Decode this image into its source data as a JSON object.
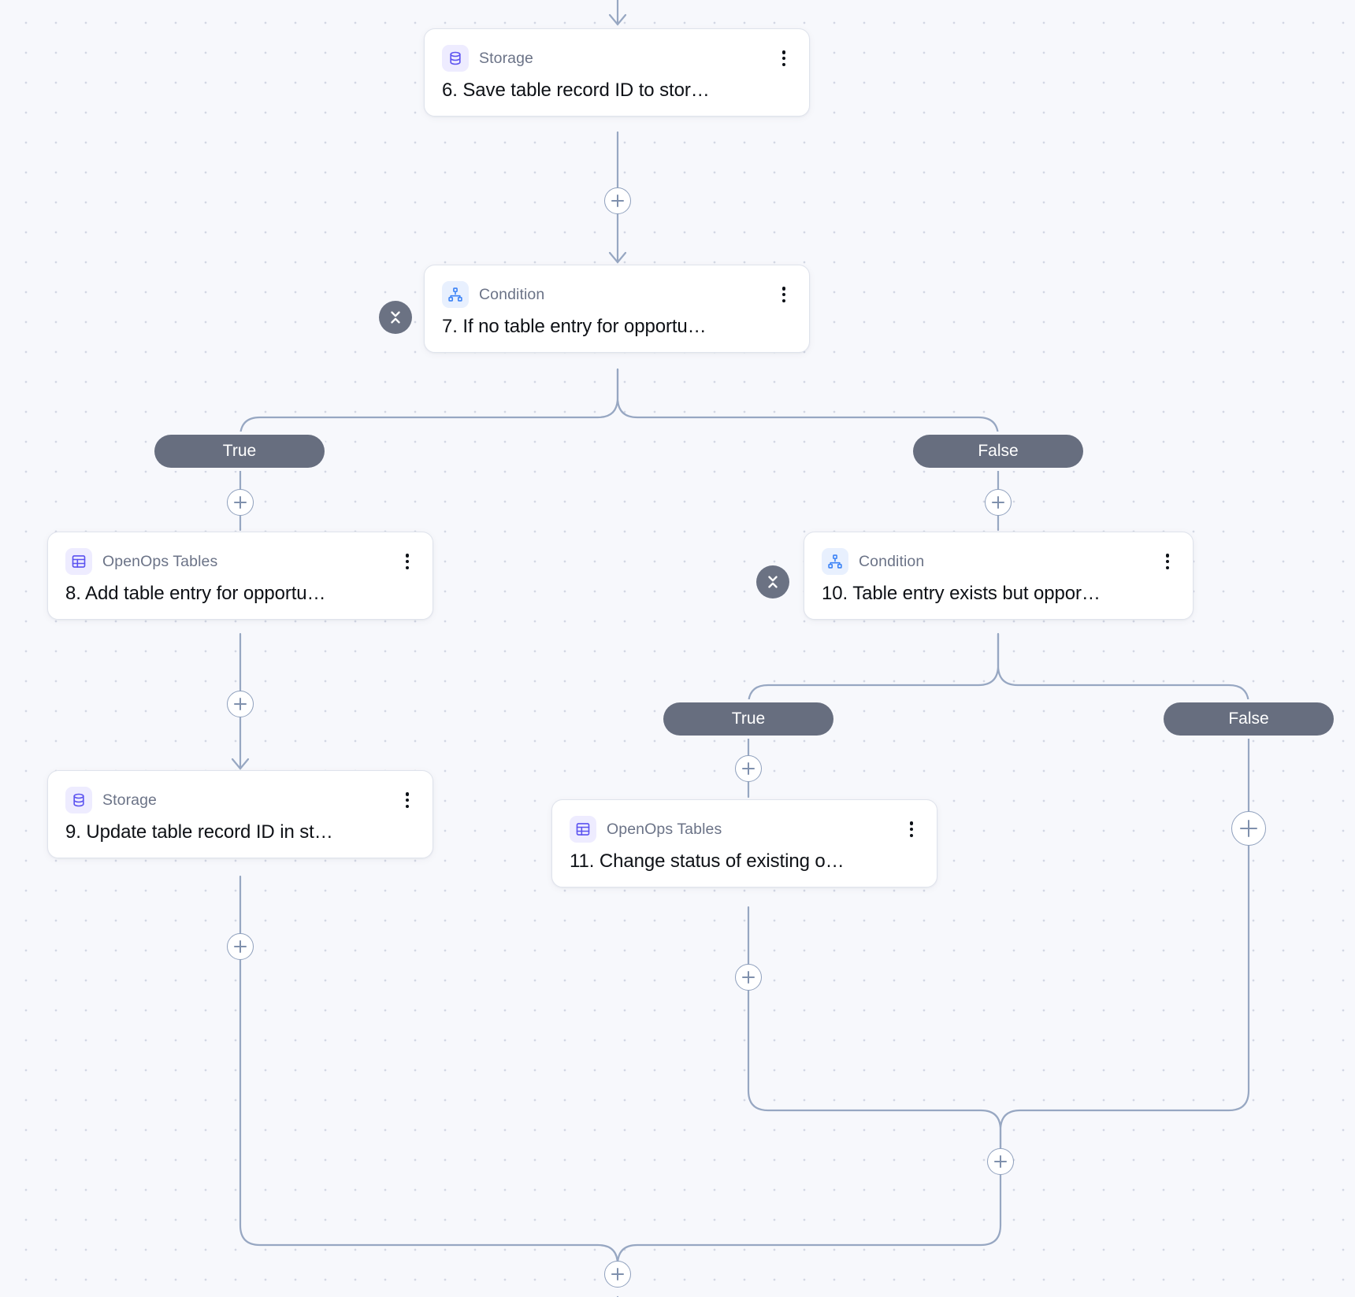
{
  "canvas": {
    "background_color": "#f7f8fc",
    "dot_color": "#d3d7e4",
    "edge_color": "#97a7c2"
  },
  "theme": {
    "accent_indigo": "#5b52f0",
    "accent_blue": "#3b82f6",
    "pill_gray": "#676e7f",
    "collapse_gray": "#6b7283",
    "card_bg": "#ffffff",
    "card_border": "#dfe3ec",
    "type_text": "#6b7387",
    "title_text": "#0e1116"
  },
  "nodes": [
    {
      "id": "step-6",
      "type_label": "Storage",
      "title": "6. Save table record ID to stor…",
      "icon": "database-icon",
      "icon_variant": "storage"
    },
    {
      "id": "step-7",
      "type_label": "Condition",
      "title": "7. If no table entry for opportu…",
      "icon": "sitemap-icon",
      "icon_variant": "condition"
    },
    {
      "id": "step-8",
      "type_label": "OpenOps Tables",
      "title": "8. Add table entry for opportu…",
      "icon": "table-grid-icon",
      "icon_variant": "tables"
    },
    {
      "id": "step-9",
      "type_label": "Storage",
      "title": "9. Update table record ID in st…",
      "icon": "database-icon",
      "icon_variant": "storage"
    },
    {
      "id": "step-10",
      "type_label": "Condition",
      "title": "10. Table entry exists but oppor…",
      "icon": "sitemap-icon",
      "icon_variant": "condition"
    },
    {
      "id": "step-11",
      "type_label": "OpenOps Tables",
      "title": "11. Change status of existing o…",
      "icon": "table-grid-icon",
      "icon_variant": "tables"
    }
  ],
  "branch_labels": {
    "step7_true": "True",
    "step7_false": "False",
    "step10_true": "True",
    "step10_false": "False"
  },
  "controls": {
    "kebab_icon": "more-vertical-icon",
    "collapse_icon": "collapse-chevrons-icon",
    "add_icon": "plus-icon"
  }
}
